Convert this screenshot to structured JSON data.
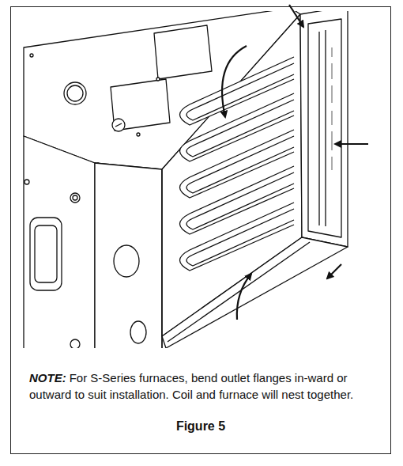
{
  "diagram": {
    "caption": "Figure 5",
    "labels": [
      "NOTE:",
      "For S-Series furnaces, bend outlet flanges in-ward or outward to suit installation. Coil and furnace will nest together."
    ]
  }
}
